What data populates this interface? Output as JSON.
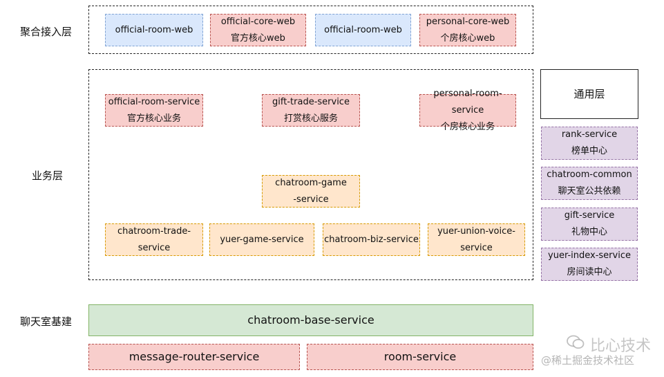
{
  "layers": {
    "aggregation": "聚合接入层",
    "business": "业务层",
    "chatroom_infra": "聊天室基建",
    "common": "通用层"
  },
  "aggregation_boxes": [
    {
      "line1": "official-room-web",
      "line2": "",
      "color": "blue"
    },
    {
      "line1": "official-core-web",
      "line2": "官方核心web",
      "color": "red"
    },
    {
      "line1": "official-room-web",
      "line2": "",
      "color": "blue"
    },
    {
      "line1": "personal-core-web",
      "line2": "个房核心web",
      "color": "red"
    }
  ],
  "business_boxes": {
    "official_room_service": {
      "line1": "official-room-service",
      "line2": "官方核心业务"
    },
    "gift_trade_service": {
      "line1": "gift-trade-service",
      "line2": "打赏核心服务"
    },
    "personal_room_service": {
      "line1": "personal-room-",
      "line2": "service",
      "line3": "个房核心业务"
    },
    "chatroom_game_service": {
      "line1": "chatroom-game",
      "line2": "-service"
    },
    "chatroom_trade_service": {
      "line1": "chatroom-trade-",
      "line2": "service"
    },
    "yuer_game_service": {
      "line1": "yuer-game-service"
    },
    "chatroom_biz_service": {
      "line1": "chatroom-biz-service"
    },
    "yuer_union_voice_service": {
      "line1": "yuer-union-voice-",
      "line2": "service"
    }
  },
  "common_boxes": [
    {
      "line1": "rank-service",
      "line2": "榜单中心"
    },
    {
      "line1": "chatroom-common",
      "line2": "聊天室公共依赖"
    },
    {
      "line1": "gift-service",
      "line2": "礼物中心"
    },
    {
      "line1": "yuer-index-service",
      "line2": "房间读中心"
    }
  ],
  "infra": {
    "base": "chatroom-base-service",
    "message_router": "message-router-service",
    "room": "room-service"
  },
  "watermark": {
    "brand": "比心技术",
    "credit": "@稀土掘金技术社区"
  },
  "colors": {
    "blue_fill": "#dae8fc",
    "red_fill": "#f8cecc",
    "orange_fill": "#ffe6cc",
    "purple_fill": "#e1d5e7",
    "green_fill": "#d5e8d4"
  }
}
